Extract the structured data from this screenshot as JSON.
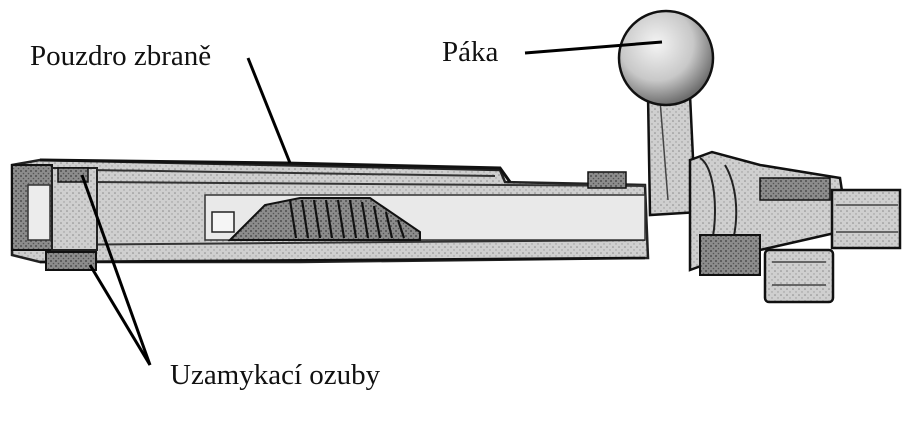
{
  "labels": {
    "pouzdro": "Pouzdro zbraně",
    "paka": "Páka",
    "ozuby": "Uzamykací ozuby"
  },
  "colors": {
    "ink": "#111111",
    "metal_light": "#d4d4d4",
    "metal_mid": "#a6a6a6",
    "metal_dark": "#5a5a5a",
    "background": "#ffffff"
  }
}
